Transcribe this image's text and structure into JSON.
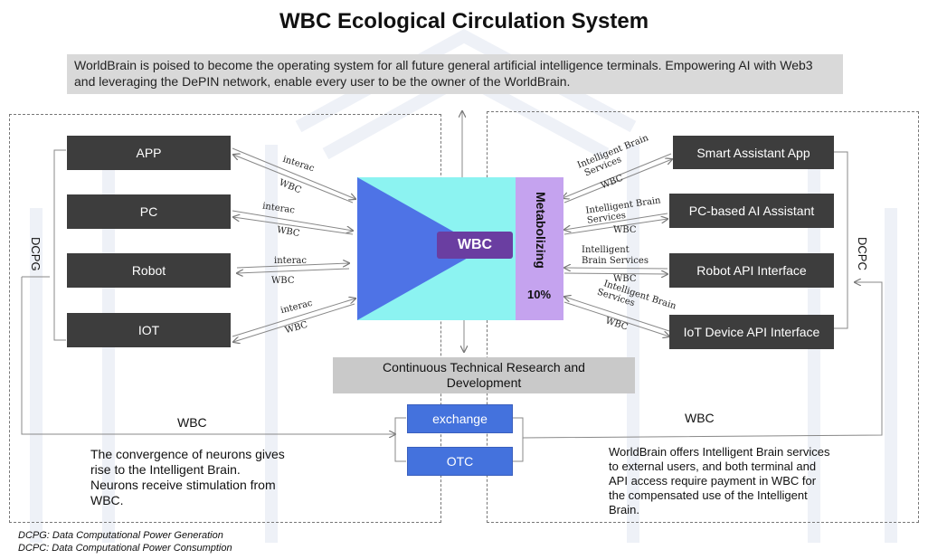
{
  "title": "WBC Ecological Circulation System",
  "intro": "WorldBrain is poised to become the operating system for all future general artificial intelligence terminals. Empowering AI with Web3 and leveraging the DePIN network, enable every user to be the owner of the WorldBrain.",
  "left_devices": [
    "APP",
    "PC",
    "Robot",
    "IOT"
  ],
  "right_services": [
    "Smart Assistant App",
    "PC-based AI Assistant",
    "Robot API Interface",
    "IoT Device API Interface"
  ],
  "left_arrow_labels": {
    "top": "interac",
    "bottom": "WBC"
  },
  "right_arrow_labels": {
    "r1": [
      "Intelligent Brain",
      "Services"
    ],
    "r2": [
      "Intelligent Brain",
      "Services"
    ],
    "r3": [
      "Intelligent",
      "Brain Services"
    ],
    "r4": [
      "Intelligent Brain",
      "Services"
    ],
    "bottom": "WBC"
  },
  "center": {
    "badge": "WBC",
    "metabolizing": "Metabolizing",
    "percent": "10%"
  },
  "research": "Continuous Technical Research and Development",
  "exchange": "exchange",
  "otc": "OTC",
  "flow_left": "WBC",
  "flow_right": "WBC",
  "dcpg": "DCPG",
  "dcpc": "DCPC",
  "left_note": "The convergence of neurons gives rise to the Intelligent Brain. Neurons receive stimulation from WBC.",
  "right_note": "WorldBrain offers Intelligent Brain services to external users, and both terminal and API access require payment in WBC for the compensated use of the Intelligent Brain.",
  "footnotes": [
    "DCPG: Data Computational Power Generation",
    "DCPC: Data Computational Power Consumption"
  ]
}
